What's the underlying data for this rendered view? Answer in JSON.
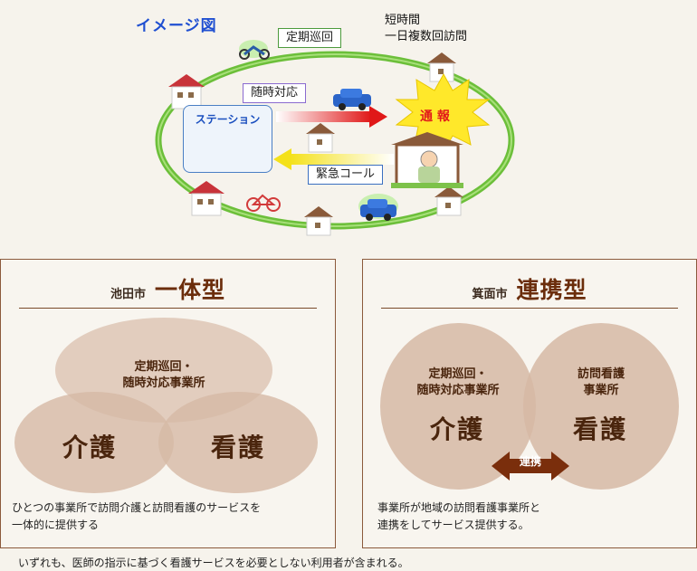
{
  "image": {
    "title": "イメージ図",
    "note_lines": [
      "短時間",
      "一日複数回訪問"
    ],
    "labels": {
      "teiki": "定期巡回",
      "zuiji": "随時対応",
      "station": "ステーション",
      "tsuho": "通 報",
      "kinkyu": "緊急コール"
    }
  },
  "panels": [
    {
      "city": "池田市",
      "type": "一体型",
      "circle_top_lines": [
        "定期巡回・",
        "随時対応事業所"
      ],
      "circle_left": "介護",
      "circle_right": "看護",
      "description_lines": [
        "ひとつの事業所で訪問介護と訪問看護のサービスを",
        "一体的に提供する"
      ]
    },
    {
      "city": "箕面市",
      "type": "連携型",
      "circle_left_small_lines": [
        "定期巡回・",
        "随時対応事業所"
      ],
      "circle_left": "介護",
      "circle_right_small_lines": [
        "訪問看護",
        "事業所"
      ],
      "circle_right": "看護",
      "link_label": "連携",
      "description_lines": [
        "事業所が地域の訪問看護事業所と",
        "連携をしてサービス提供する。"
      ]
    }
  ],
  "footer": "いずれも、医師の指示に基づく看護サービスを必要としない利用者が含まれる。",
  "colors": {
    "title_blue": "#1f4fd1",
    "ring_green": "#6cbf3a",
    "circle_fill": "#dcc3b1",
    "panel_border": "#8b5a3c",
    "heading_brown": "#6b2d0b",
    "burst_yellow": "#ffe82a",
    "tsuho_red": "#e21a1a"
  }
}
